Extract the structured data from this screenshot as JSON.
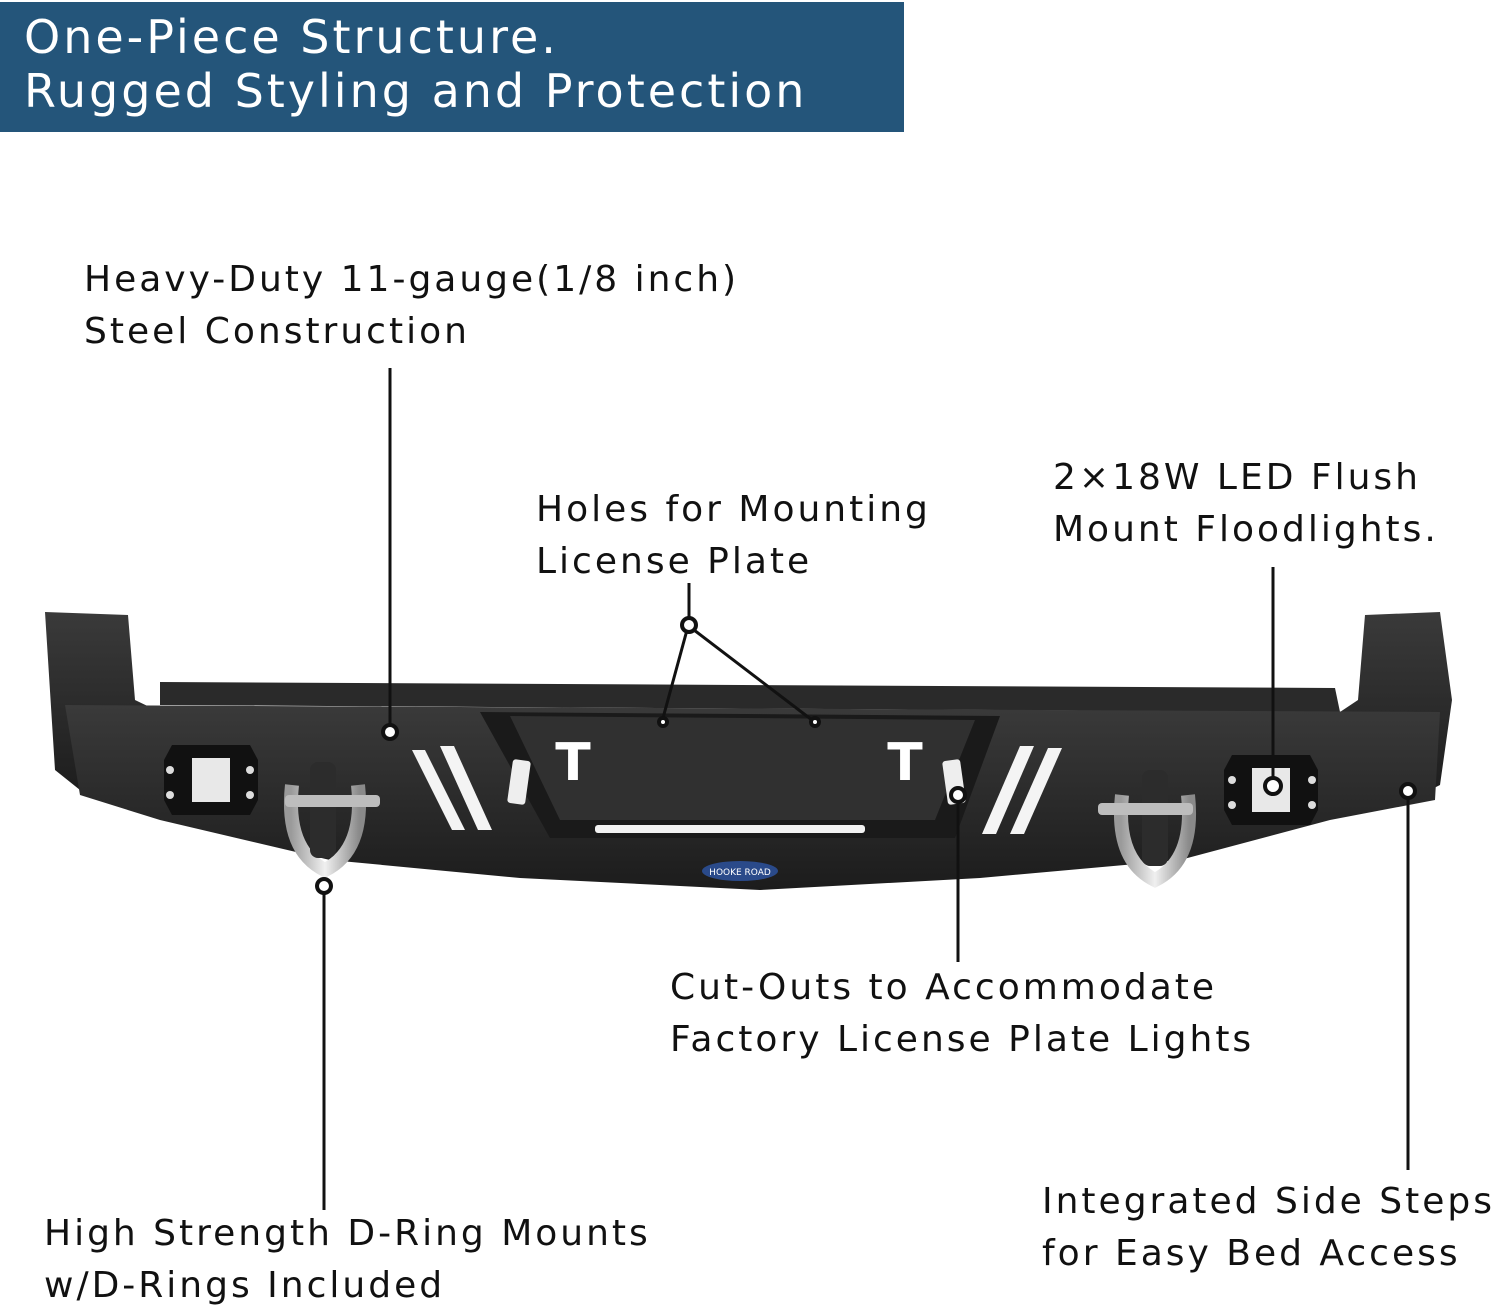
{
  "banner": {
    "line1": "One-Piece Structure.",
    "line2": "Rugged Styling and Protection",
    "color": "#24557a"
  },
  "callouts": {
    "steel": {
      "line1": "Heavy-Duty 11-gauge(1/8 inch)",
      "line2": "Steel Construction"
    },
    "license_holes": {
      "line1": "Holes for Mounting",
      "line2": "License Plate"
    },
    "floodlights": {
      "line1": "2×18W LED Flush",
      "line2": "Mount Floodlights."
    },
    "cutouts": {
      "line1": "Cut-Outs to Accommodate",
      "line2": "Factory License Plate Lights"
    },
    "d_rings": {
      "line1": "High Strength D-Ring Mounts",
      "line2": "w/D-Rings Included"
    },
    "side_steps": {
      "line1": "Integrated Side Steps",
      "line2": "for Easy Bed Access"
    }
  },
  "product": {
    "name": "rear bumper",
    "logo_text": "HOOKE ROAD",
    "plate_letters": [
      "T",
      "T"
    ]
  }
}
